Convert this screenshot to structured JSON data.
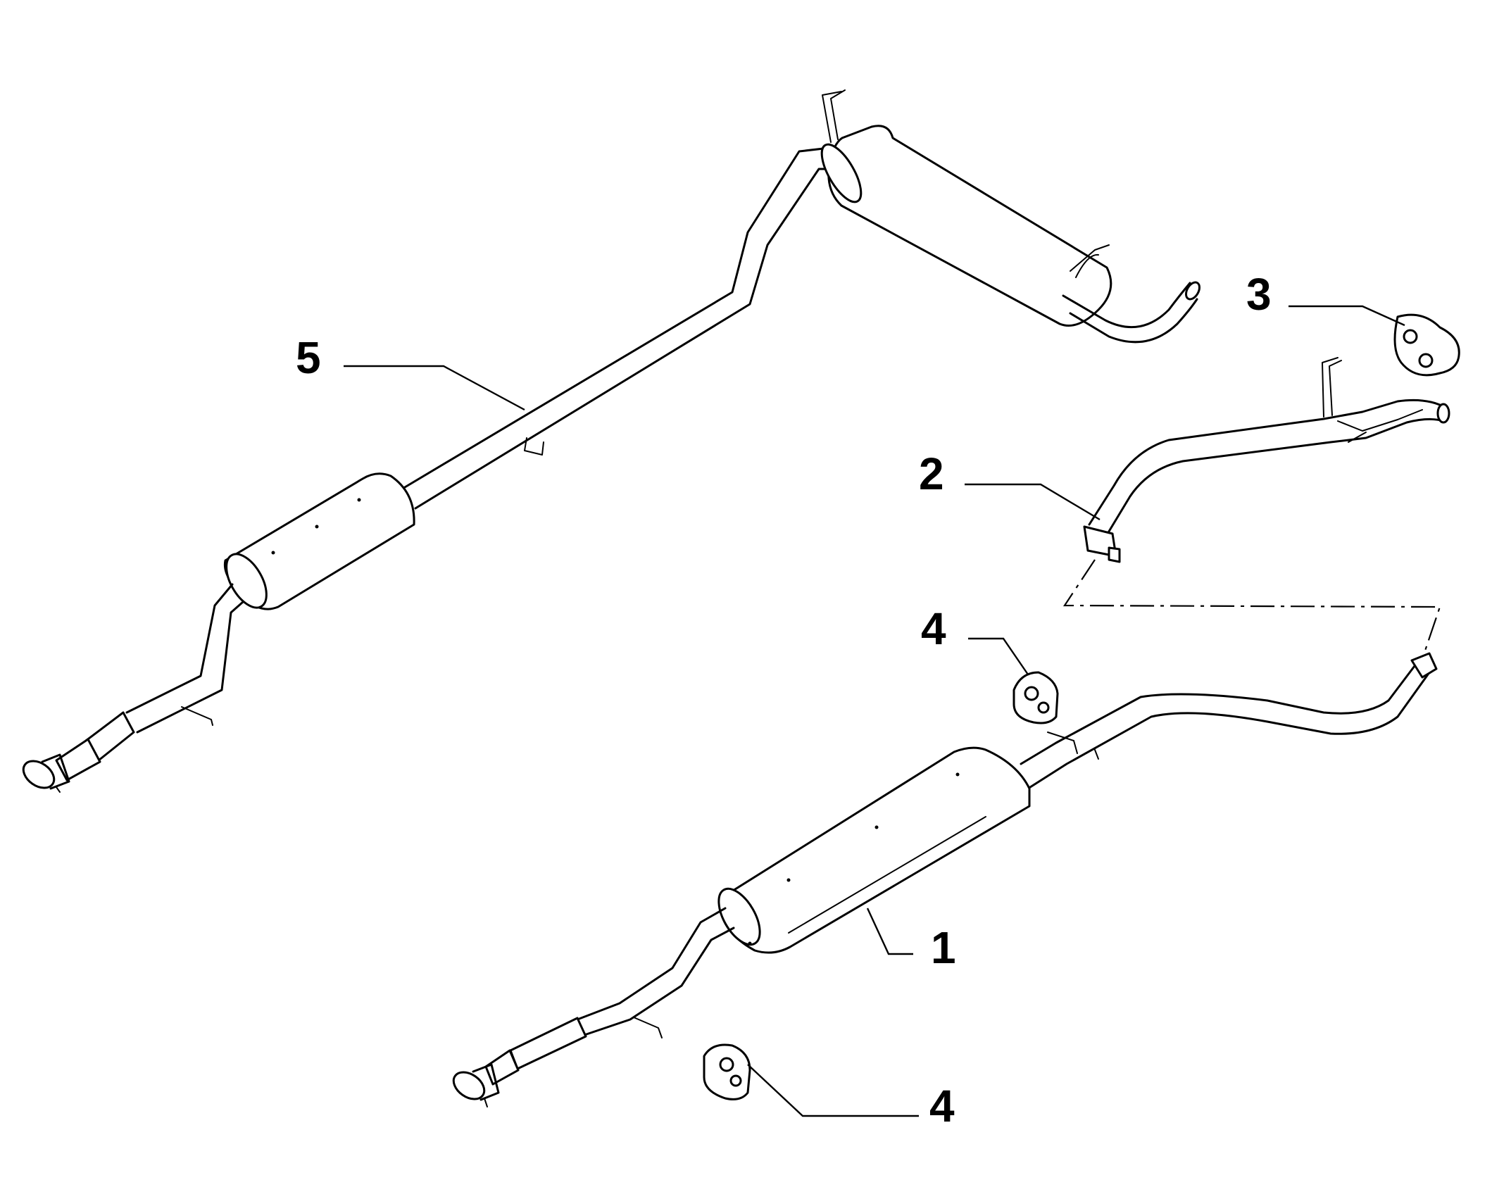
{
  "callouts": [
    {
      "id": "muffler-rear-assembly",
      "number": "5"
    },
    {
      "id": "hanger-rubber-double",
      "number": "3"
    },
    {
      "id": "front-pipe",
      "number": "2"
    },
    {
      "id": "hanger-rubber-upper",
      "number": "4"
    },
    {
      "id": "muffler-center-assembly",
      "number": "1"
    },
    {
      "id": "hanger-rubber-lower",
      "number": "4"
    }
  ],
  "colors": {
    "line": "#000000",
    "fill": "#ffffff"
  }
}
